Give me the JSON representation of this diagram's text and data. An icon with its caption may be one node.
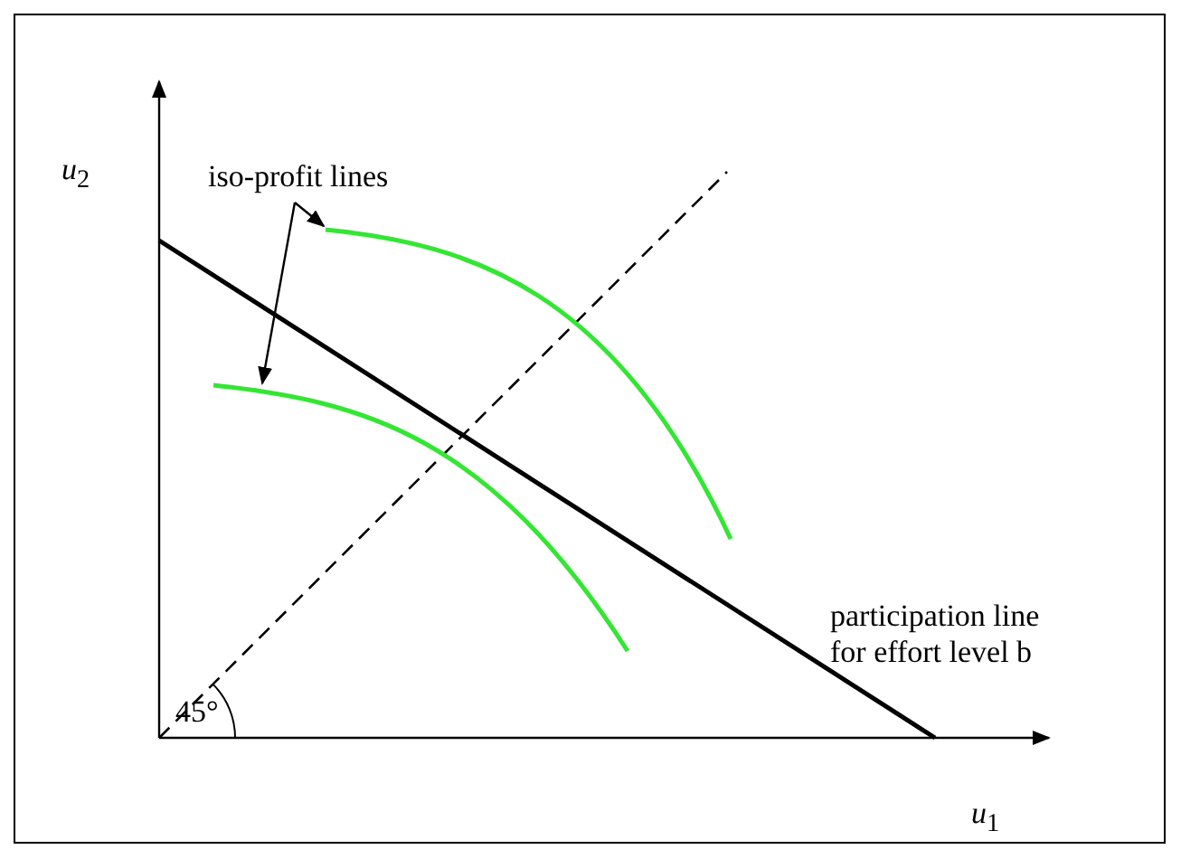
{
  "diagram": {
    "nodes": [
      {
        "text": [
          "iso-profit lines"
        ]
      },
      {
        "text": [],
        "shape": "curve"
      },
      {
        "text": [],
        "shape": "curve"
      }
    ],
    "edges": [
      {
        "from": 0,
        "to": 1,
        "arrow": "to"
      },
      {
        "from": 0,
        "to": 2,
        "arrow": "to"
      }
    ],
    "labels": [
      "*u*$_{2}$",
      "*u*$_{1}$",
      "45°",
      "participation line for effort level b"
    ]
  }
}
